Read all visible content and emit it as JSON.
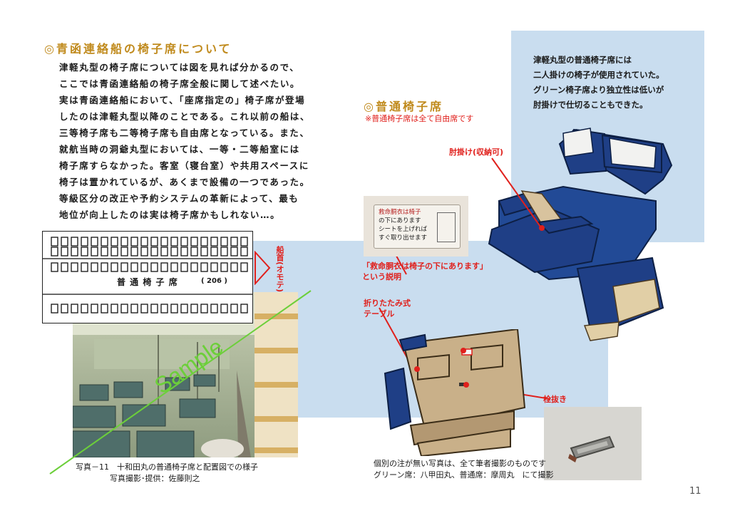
{
  "left": {
    "heading": "◎青函連絡船の椅子席について",
    "paragraph": [
      "津軽丸型の椅子席については図を見れば分かるので、",
      "ここでは青函連絡船の椅子席全般に関して述べたい。",
      "実は青函連絡船において、「座席指定の」椅子席が登場",
      "したのは津軽丸型以降のことである。これ以前の船は、",
      "三等椅子席も二等椅子席も自由席となっている。また、",
      "就航当時の洞爺丸型においては、一等・二等船室には",
      "椅子席すらなかった。客室（寝台室）や共用スペースに",
      "椅子は置かれているが、あくまで設備の一つであった。",
      "等級区分の改正や予約システムの革新によって、最も",
      "地位が向上したのは実は椅子席かもしれない…。"
    ],
    "diagram": {
      "label": "普 通 椅 子 席",
      "count": "( 206 )"
    },
    "bow_label": "船首(オモテ)",
    "watermark": "Sample",
    "caption_line1": "写真－11　十和田丸の普通椅子席と配置図での様子",
    "caption_line2": "写真撮影･提供：佐藤則之"
  },
  "right": {
    "box_text": [
      "津軽丸型の普通椅子席には",
      "二人掛けの椅子が使用されていた。",
      "グリーン椅子席より独立性は低いが",
      "肘掛けで仕切ることもできた。"
    ],
    "heading": "◎普通椅子席",
    "subheading": "※普通椅子席は全て自由席です",
    "label_armrest": "肘掛け(収納可)",
    "sign_text": [
      "救命胴衣は椅子",
      "の下にあります",
      "シートを上げれば",
      "すぐ取り出せます"
    ],
    "label_lifejacket_1": "「救命胴衣は椅子の下にあります」",
    "label_lifejacket_2": "という説明",
    "label_table_1": "折りたたみ式",
    "label_table_2": "テーブル",
    "label_plug": "栓抜き",
    "note_line1": "個別の注が無い写真は、全て筆者撮影のものです",
    "note_line2": "グリーン席：八甲田丸、普通席：摩周丸　にて撮影"
  },
  "page_number": "11",
  "colors": {
    "gold": "#c08a1c",
    "red": "#e0201c",
    "panel": "#c9ddef",
    "seat_blue": "#1f3f86",
    "slant": "#6ccf3a"
  }
}
